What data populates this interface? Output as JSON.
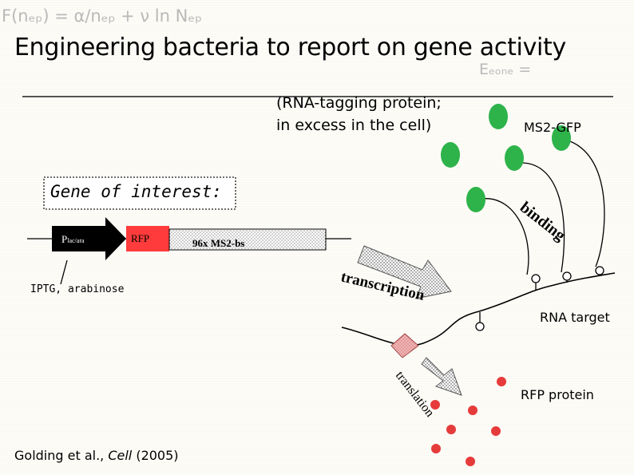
{
  "background_notes": {
    "formula_left": "F(nₑₚ) = α/nₑₚ + ν ln Nₑₚ",
    "formula_right": "Eₑₒₙₑ = "
  },
  "title": "Engineering bacteria to report on gene activity",
  "rna_tag_note": {
    "line1": "(RNA-tagging protein;",
    "line2": "in excess in the cell)"
  },
  "ms2gfp_label": "MS2-GFP",
  "gene_box_label": "Gene of interest:",
  "promoter": {
    "main": "P",
    "sub": "lac/ara"
  },
  "rfp_label": "RFP",
  "ms2bs_label": "96x MS2-bs",
  "inducer_label": "IPTG, arabinose",
  "step_labels": {
    "binding": "binding",
    "transcription": "transcription",
    "translation": "translation"
  },
  "rna_target_label": "RNA target",
  "rfp_protein_label": "RFP protein",
  "citation": {
    "authors": "Golding et al., ",
    "journal": "Cell",
    "year": " (2005)"
  },
  "colors": {
    "gfp": "#2db34a",
    "rfp_dot": "#e63b3b",
    "rfp_box": "#ff3b3b",
    "gene_box": "#1a1a1a"
  }
}
